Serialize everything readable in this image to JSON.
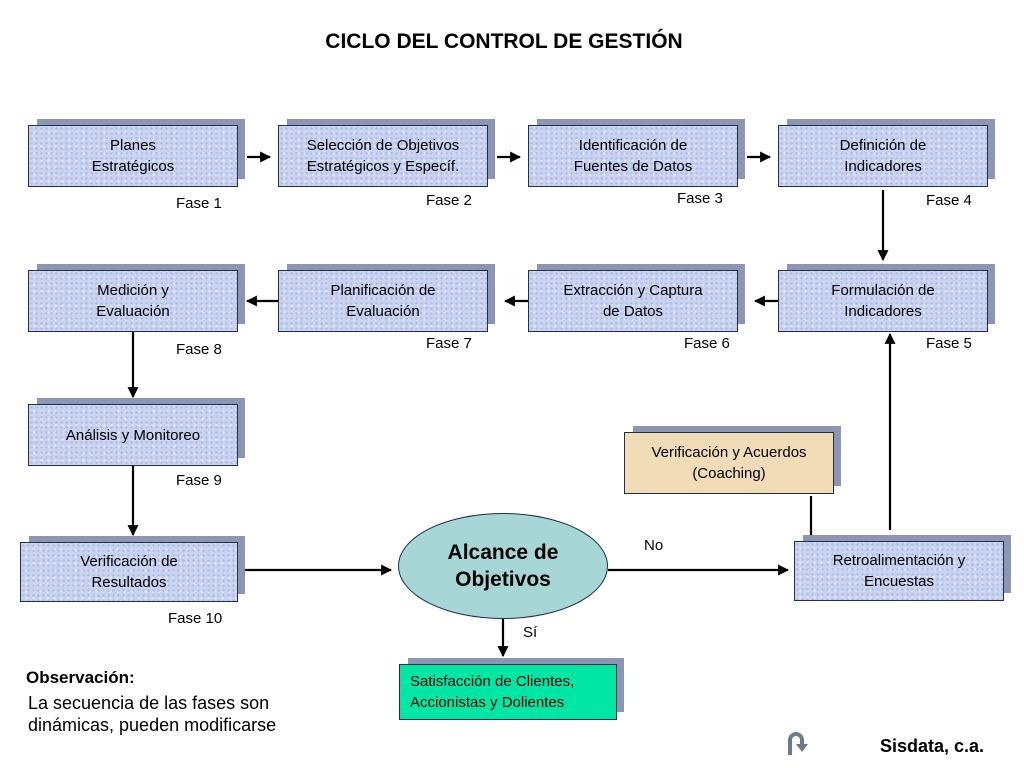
{
  "title": "CICLO DEL CONTROL DE GESTIÓN",
  "phases": [
    {
      "text": "Planes\nEstratégicos",
      "fase": "Fase 1"
    },
    {
      "text": "Selección de Objetivos\nEstratégicos y Específ.",
      "fase": "Fase 2"
    },
    {
      "text": "Identificación de\nFuentes  de Datos",
      "fase": "Fase 3"
    },
    {
      "text": "Definición de\nIndicadores",
      "fase": "Fase 4"
    },
    {
      "text": "Formulación de\nIndicadores",
      "fase": "Fase 5"
    },
    {
      "text": "Extracción y Captura\nde  Datos",
      "fase": "Fase 6"
    },
    {
      "text": "Planificación de\nEvaluación",
      "fase": "Fase 7"
    },
    {
      "text": "Medición    y\nEvaluación",
      "fase": "Fase 8"
    },
    {
      "text": "Análisis  y  Monitoreo",
      "fase": "Fase 9"
    },
    {
      "text": "Verificación de\nResultados",
      "fase": "Fase 10"
    }
  ],
  "verification": "Verificación y Acuerdos\n(Coaching)",
  "alcance": "Alcance de\nObjetivos",
  "feedback": "Retroalimentación y\nEncuestas",
  "satisfaction": "Satisfacción de Clientes,\nAccionistas y Dolientes",
  "edge_labels": {
    "no": "No",
    "si": "Sí"
  },
  "observation": {
    "heading": "Observación:",
    "text": "La secuencia de las fases son dinámicas, pueden modificarse"
  },
  "brand": "Sisdata, c.a.",
  "icons": {
    "return": "return-arrow-icon"
  },
  "colors": {
    "box": "#c9d3f0",
    "beige": "#f0dcb6",
    "green": "#00e7a5",
    "ellipse": "#a6d6d6"
  }
}
